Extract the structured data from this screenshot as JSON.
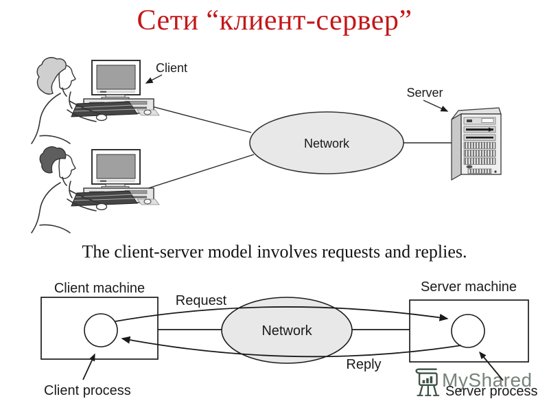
{
  "slide": {
    "title": "Сети “клиент-сервер”",
    "subtitle": "The client-server model involves requests and replies."
  },
  "upper_diagram": {
    "client_label": "Client",
    "server_label": "Server",
    "network_label": "Network"
  },
  "lower_diagram": {
    "client_machine_label": "Client machine",
    "server_machine_label": "Server machine",
    "request_label": "Request",
    "reply_label": "Reply",
    "network_label": "Network",
    "client_process_label": "Client process",
    "server_process_label": "Server process"
  },
  "watermark": {
    "text": "MyShared"
  },
  "colors": {
    "title_red": "#c31718",
    "subtitle_black": "#121212",
    "ellipse_fill": "#e8e8e8",
    "watermark_text": "#76837a",
    "watermark_icon": "#3c5244"
  }
}
